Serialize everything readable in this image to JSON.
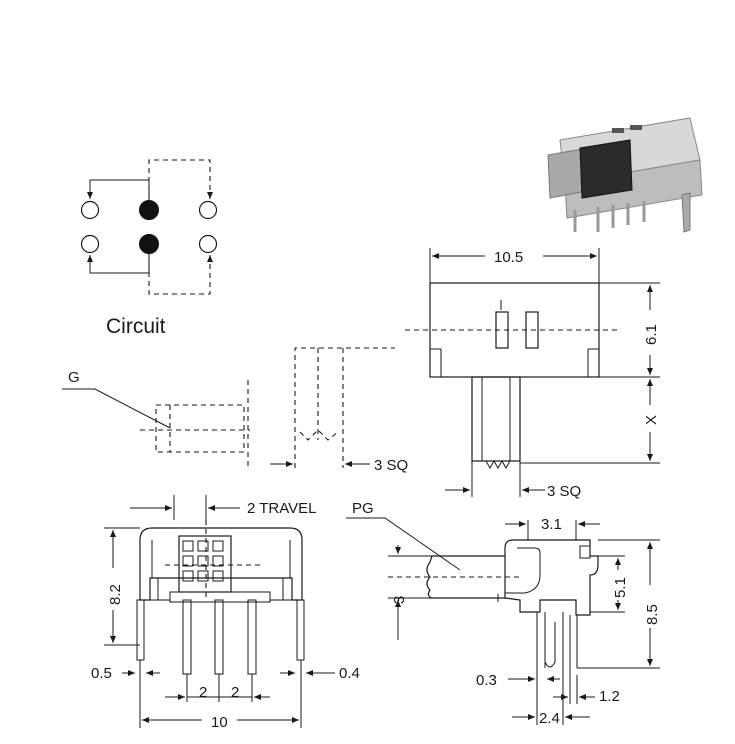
{
  "circuit": {
    "caption": "Circuit"
  },
  "top_view": {
    "width_label": "10.5",
    "height_label": "6.1",
    "x_label": "X",
    "actuator_label": "3 SQ"
  },
  "side_view": {
    "g_label": "G",
    "actuator_label": "3 SQ"
  },
  "front_view": {
    "travel_label": "2 TRAVEL",
    "height_label": "8.2",
    "pin_left_label": "0.5",
    "pin_right_label": "0.4",
    "pitch_a_label": "2",
    "pitch_b_label": "2",
    "overall_label": "10"
  },
  "end_view": {
    "pg_label": "PG",
    "top_label": "3.1",
    "actuator_label": "3",
    "mid_label": "5.1",
    "height_label": "8.5",
    "pin_label": "0.3",
    "leg_label": "1.2",
    "span_label": "2.4"
  },
  "colors": {
    "line": "#1a1a1a",
    "background": "#ffffff"
  }
}
